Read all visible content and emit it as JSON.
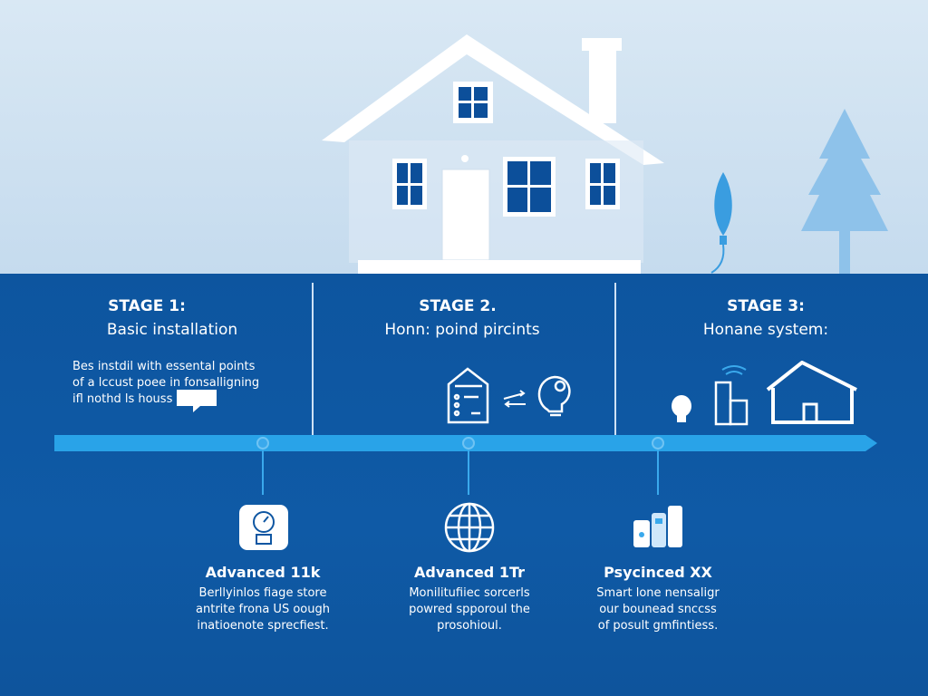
{
  "stages": [
    {
      "label": "STAGE 1:",
      "title": "Basic installation",
      "description": [
        "Bes instdil with essental points",
        "of a lccust poee in fonsalligning",
        "ifl nothd ls houss"
      ]
    },
    {
      "label": "STAGE 2.",
      "title": "Honn: poind pircints"
    },
    {
      "label": "STAGE 3:",
      "title": "Honane system:"
    }
  ],
  "milestones": [
    {
      "title": "Advanced 11k",
      "icon": "thermostat-icon",
      "description": [
        "Berllyinlos fiage store",
        "antrite frona US oough",
        "inatioenote sprecfiest."
      ]
    },
    {
      "title": "Advanced 1Tr",
      "icon": "globe-icon",
      "description": [
        "Monilitufiiec sorcerls",
        "powred spporoul the",
        "prosohioul."
      ]
    },
    {
      "title": "Psycinced XX",
      "icon": "devices-icon",
      "description": [
        "Smart lone nensaligr",
        "our bounead snccss",
        "of posult gmfintiess."
      ]
    }
  ],
  "colors": {
    "sky": "#d9e8f4",
    "panel": "#0e56a2",
    "timeline": "#29a3e8"
  }
}
